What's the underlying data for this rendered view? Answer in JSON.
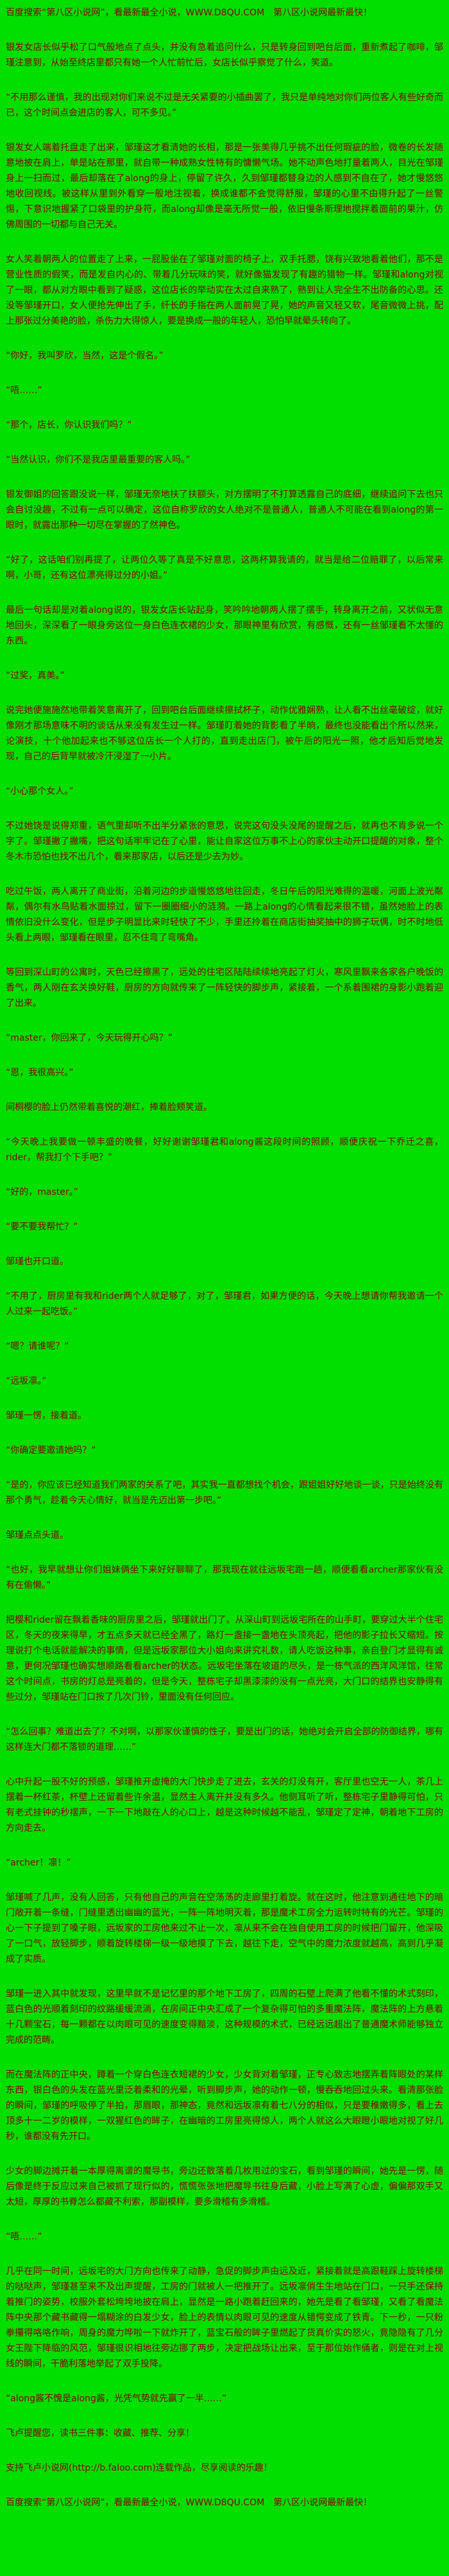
{
  "page": {
    "background_color": "#00DF00",
    "text_color": "#8B0000"
  },
  "header": {
    "promo": "百度搜索“第八区小说网”，看最新最全小说，WWW.D8QU.COM　第八区小说网最新最快！"
  },
  "paragraphs": [
    "银发女店长似乎松了口气般地点了点头，并没有急着追问什么，只是转身回到吧台后面，重新煮起了咖啡，邹瑾注意到，从始至终店里都只有她一个人忙前忙后，女店长似乎察觉了什么，笑道。",
    "“不用那么谨慎，我的出现对你们来说不过是无关紧要的小插曲罢了，我只是单纯地对你们两位客人有些好奇而已，这个时间点会进店的客人，可不多见。”",
    "银发女人端着托盘走了出来，邹瑾这才看清她的长相，那是一张美得几乎挑不出任何瑕疵的脸，微卷的长发随意地披在肩上，单是站在那里，就自带一种成熟女性特有的慵懒气场。她不动声色地打量着两人，目光在邹瑾身上一扫而过，最后却落在了along的身上，停留了许久，久到邹瑾都替身边的人感到不自在了，她才慢悠悠地收回视线。被这样从里到外看穿一般地注视着，换成谁都不会觉得舒服，邹瑾的心里不由得升起了一丝警惕，下意识地握紧了口袋里的护身符，而along却像是毫无所觉一般，依旧慢条斯理地搅拌着面前的果汁，仿佛周围的一切都与自己无关。",
    "女人笑着朝两人的位置走了上来，一屁股坐在了邹瑾对面的椅子上，双手托腮，饶有兴致地看着他们，那不是营业性质的假笑，而是发自内心的、带着几分玩味的笑，就好像猫发现了有趣的猎物一样。邹瑾和along对视了一眼，都从对方眼中看到了疑惑，这位店长的举动实在太过自来熟了，熟到让人完全生不出防备的心思。还没等邹瑾开口，女人便抢先伸出了手，纤长的手指在两人面前晃了晃，她的声音又轻又软，尾音微微上挑，配上那张过分美艳的脸，杀伤力大得惊人，要是换成一般的年轻人，恐怕早就晕头转向了。",
    "“你好，我叫罗欣，当然，这是个假名。”",
    "“唔……”",
    "“那个，店长，你认识我们吗？”",
    "“当然认识，你们不是我店里最重要的客人吗。”",
    "银发御姐的回答跟没说一样，邹瑾无奈地扶了扶额头，对方摆明了不打算透露自己的底细，继续追问下去也只会自讨没趣，不过有一点可以确定，这位自称罗欣的女人绝对不是普通人，普通人不可能在看到along的第一眼时，就露出那种一切尽在掌握的了然神色。",
    "“好了，这话咱们别再提了，让两位久等了真是不好意思，这两杯算我请的，就当是给二位赔罪了，以后常来啊，小哥，还有这位漂亮得过分的小姐。”",
    "最后一句话却是对着along说的，银发女店长站起身，笑吟吟地朝两人摆了摆手，转身离开之前，又状似无意地回头，深深看了一眼身旁这位一身白色连衣裙的少女，那眼神里有欣赏，有感慨，还有一丝邹瑾看不太懂的东西。",
    "“过奖，真美。”",
    "说完她便施施然地带着笑意离开了，回到吧台后面继续擦拭杯子，动作优雅娴熟，让人看不出丝毫破绽，就好像刚才那场意味不明的谈话从来没有发生过一样。邹瑾盯着她的背影看了半晌，最终也没能看出个所以然来，论演技，十个他加起来也不够这位店长一个人打的，直到走出店门，被午后的阳光一照，他才后知后觉地发现，自己的后背早就被冷汗浸湿了一小片。",
    "“小心那个女人。”",
    "不过她饶是说得郑重，语气里却听不出半分紧张的意思，说完这句没头没尾的提醒之后，就再也不肯多说一个字了。邹瑾撇了撇嘴，把这句话牢牢记在了心里，能让自家这位万事不上心的家伙主动开口提醒的对象，整个冬木市恐怕也找不出几个，看来那家店，以后还是少去为妙。",
    "吃过午饭，两人离开了商业街，沿着河边的步道慢悠悠地往回走，冬日午后的阳光难得的温暖，河面上波光粼粼，偶尔有水鸟贴着水面掠过，留下一圈圈细小的涟漪。一路上along的心情看起来很不错，虽然她脸上的表情依旧没什么变化，但是步子明显比来时轻快了不少，手里还拎着在商店街抽奖抽中的狮子玩偶，时不时地低头看上两眼，邹瑾看在眼里，忍不住弯了弯嘴角。",
    "等回到深山町的公寓时，天色已经擦黑了，远处的住宅区陆陆续续地亮起了灯火，寒风里飘来各家各户晚饭的香气，两人刚在玄关换好鞋，厨房的方向就传来了一阵轻快的脚步声，紧接着，一个系着围裙的身影小跑着迎了出来。",
    "“master，你回来了，今天玩得开心吗？”",
    "“恩，我很高兴。”",
    "间桐樱的脸上仍然带着喜悦的潮红，捧着脸颊笑道。",
    "“今天晚上我要做一顿丰盛的晚餐，好好谢谢邹瑾君和along酱这段时间的照顾，顺便庆祝一下乔迁之喜，rider，帮我打个下手吧？”",
    "“好的，master。”",
    "“要不要我帮忙？”",
    "邹瑾也开口道。",
    "“不用了，厨房里有我和rider两个人就足够了，对了，邹瑾君，如果方便的话，今天晚上想请你帮我邀请一个人过来一起吃饭。”",
    "“嗯？请谁呢？”",
    "“远坂凛。”",
    "邹瑾一愣，接着道。",
    "“你确定要邀请她吗？”",
    "“是的，你应该已经知道我们两家的关系了吧，其实我一直都想找个机会，跟姐姐好好地谈一谈，只是始终没有那个勇气，趁着今天心情好，就当是先迈出第一步吧。”",
    "邹瑾点点头道。",
    "“也好，我早就想让你们姐妹俩坐下来好好聊聊了，那我现在就往远坂宅跑一趟，顺便看看archer那家伙有没有在偷懒。”",
    "把樱和rider留在飘着香味的厨房里之后，邹瑾就出门了。从深山町到远坂宅所在的山手町，要穿过大半个住宅区，冬天的夜来得早，才五点多天就已经全黑了，路灯一盏接一盏地在头顶亮起，把他的影子拉长又缩短。按理说打个电话就能解决的事情，但是远坂家那位大小姐向来讲究礼数，请人吃饭这种事，亲自登门才显得有诚意，更何况邹瑾也确实想顺路看看archer的状态。远坂宅坐落在坡道的尽头，是一栋气派的西洋风洋馆，往常这个时间点，书房的灯总是亮着的，但是今天，整栋宅子却黑漆漆的没有一点光亮，大门口的结界也安静得有些过分，邹瑾站在门口按了几次门铃，里面没有任何回应。",
    "“怎么回事？难道出去了？不对啊，以那家伙谨慎的性子，要是出门的话，她绝对会开启全部的防御结界，哪有这样连大门都不落锁的道理……”",
    "心中升起一股不好的预感，邹瑾推开虚掩的大门快步走了进去，玄关的灯没有开，客厅里也空无一人，茶几上摆着一杯红茶，杯壁上还留着些许余温，显然主人离开并没有多久。他侧耳听了听，整栋宅子里静得可怕，只有老式挂钟的秒摆声，一下一下地敲在人的心口上，越是这种时候越不能乱，邹瑾定了定神，朝着地下工房的方向走去。",
    "“archer！凛！”",
    "邹瑾喊了几声，没有人回答，只有他自己的声音在空荡荡的走廊里打着旋。就在这时，他注意到通往地下的暗门敞开着一条缝，门缝里透出幽幽的蓝光，一阵一阵地明灭着，那是魔术工房全力运转时特有的光芒。邹瑾的心一下子提到了嗓子眼，远坂家的工房他来过不止一次，凛从来不会在独自使用工房的时候把门留开，他深吸了一口气，放轻脚步，顺着旋转楼梯一级一级地摸了下去，越往下走，空气中的魔力浓度就越高，高到几乎凝成了实质。",
    "邹瑾一进入其中就发现，这里早就不是记忆里的那个地下工房了，四周的石壁上爬满了他看不懂的术式刻印，蓝白色的光顺着刻印的纹路缓缓流淌，在房间正中央汇成了一个复杂得可怕的多重魔法阵，魔法阵的上方悬着十几颗宝石，每一颗都在以肉眼可见的速度变得黯淡，这种规模的术式，已经远远超出了普通魔术师能够独立完成的范畴。",
    "而在魔法阵的正中央，蹲着一个穿白色连衣短裙的少女，少女背对着邹瑾，正专心致志地摆弄着阵眼处的某样东西，银白色的头发在蓝光里泛着柔和的光晕，听到脚步声，她的动作一顿，慢吞吞地回过头来。看清那张脸的瞬间，邹瑾的呼吸停了半拍，那眉眼，那神态，竟然和远坂凛有着七八分的相似，只是要稚嫩得多，看上去顶多十一二岁的模样，一双猩红色的眸子，在幽暗的工房里亮得惊人，两个人就这么大眼瞪小眼地对视了好几秒，谁都没有先开口。",
    "少女的脚边摊开着一本厚得离谱的魔导书，旁边还散落着几枚用过的宝石，看到邹瑾的瞬间，她先是一愣，随后像是终于反应过来自己被抓了现行似的，慌慌张张地把魔导书往身后藏，小脸上写满了心虚，偏偏那双手又太短，厚厚的书脊怎么都藏不利索，那副模样，要多滑稽有多滑稽。",
    "“唔……”",
    "几乎在同一时间，远坂宅的大门方向也传来了动静，急促的脚步声由远及近，紧接着就是高跟鞋踩上旋转楼梯的哒哒声，邹瑾甚至来不及出声提醒，工房的门就被人一把推开了。远坂凛俏生生地站在门口，一只手还保持着推门的姿势，校服外套松垮垮地披在肩上，显然是一路小跑着赶回来的，她先是看了看邹瑾，又看了看魔法阵中央那个藏书藏得一塌糊涂的白发少女，脸上的表情以肉眼可见的速度从错愕变成了铁青。下一秒，一只粉拳攥得咯咯作响，周身的魔力哗啦一下就炸开了，蓝宝石般的眸子里燃起了货真价实的怒火，竟隐隐有了几分女王陛下降临的风范，邹瑾很识相地往旁边挪了两步，决定把战场让出来，至于那位始作俑者，则是在对上视线的瞬间，干脆利落地举起了双手投降。",
    "“along酱不愧是along酱，光凭气势就先赢了一半……”"
  ],
  "footer": {
    "reminder": "飞卢提醒您，读书三件事：收藏、推荐、分享！",
    "support": "支持飞卢小说网(http://b.faloo.com)连载作品，尽享阅读的乐趣！",
    "promo": "百度搜索“第八区小说网”，看最新最全小说，WWW.D8QU.COM　第八区小说网最新最快！"
  }
}
